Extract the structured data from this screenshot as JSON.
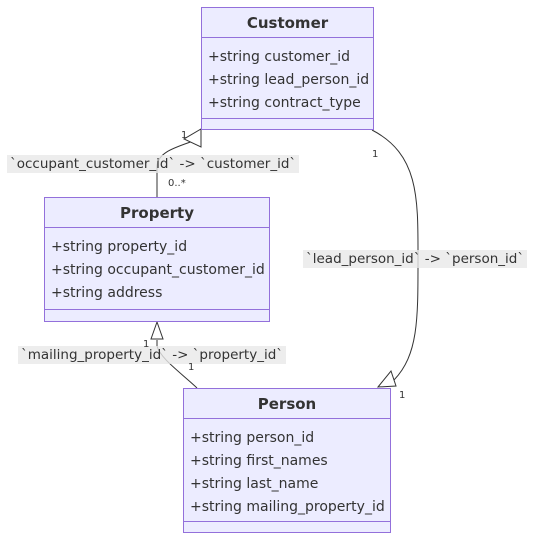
{
  "classes": {
    "customer": {
      "name": "Customer",
      "attributes": [
        "+string customer_id",
        "+string lead_person_id",
        "+string contract_type"
      ]
    },
    "property": {
      "name": "Property",
      "attributes": [
        "+string property_id",
        "+string occupant_customer_id",
        "+string address"
      ]
    },
    "person": {
      "name": "Person",
      "attributes": [
        "+string person_id",
        "+string first_names",
        "+string last_name",
        "+string mailing_property_id"
      ]
    }
  },
  "relations": {
    "occupant": {
      "label": "`occupant_customer_id` -> `customer_id`",
      "target_cardinality": "1",
      "source_cardinality": "0..*"
    },
    "lead": {
      "label": "`lead_person_id` -> `person_id`",
      "source_cardinality": "1",
      "target_cardinality": "1"
    },
    "mailing": {
      "label": "`mailing_property_id` -> `property_id`",
      "target_cardinality": "1",
      "source_cardinality": "1"
    }
  },
  "colors": {
    "class_fill": "#ECECFF",
    "class_border": "#9370DB",
    "edge": "#333333",
    "label_bg": "#E8E8E8"
  }
}
